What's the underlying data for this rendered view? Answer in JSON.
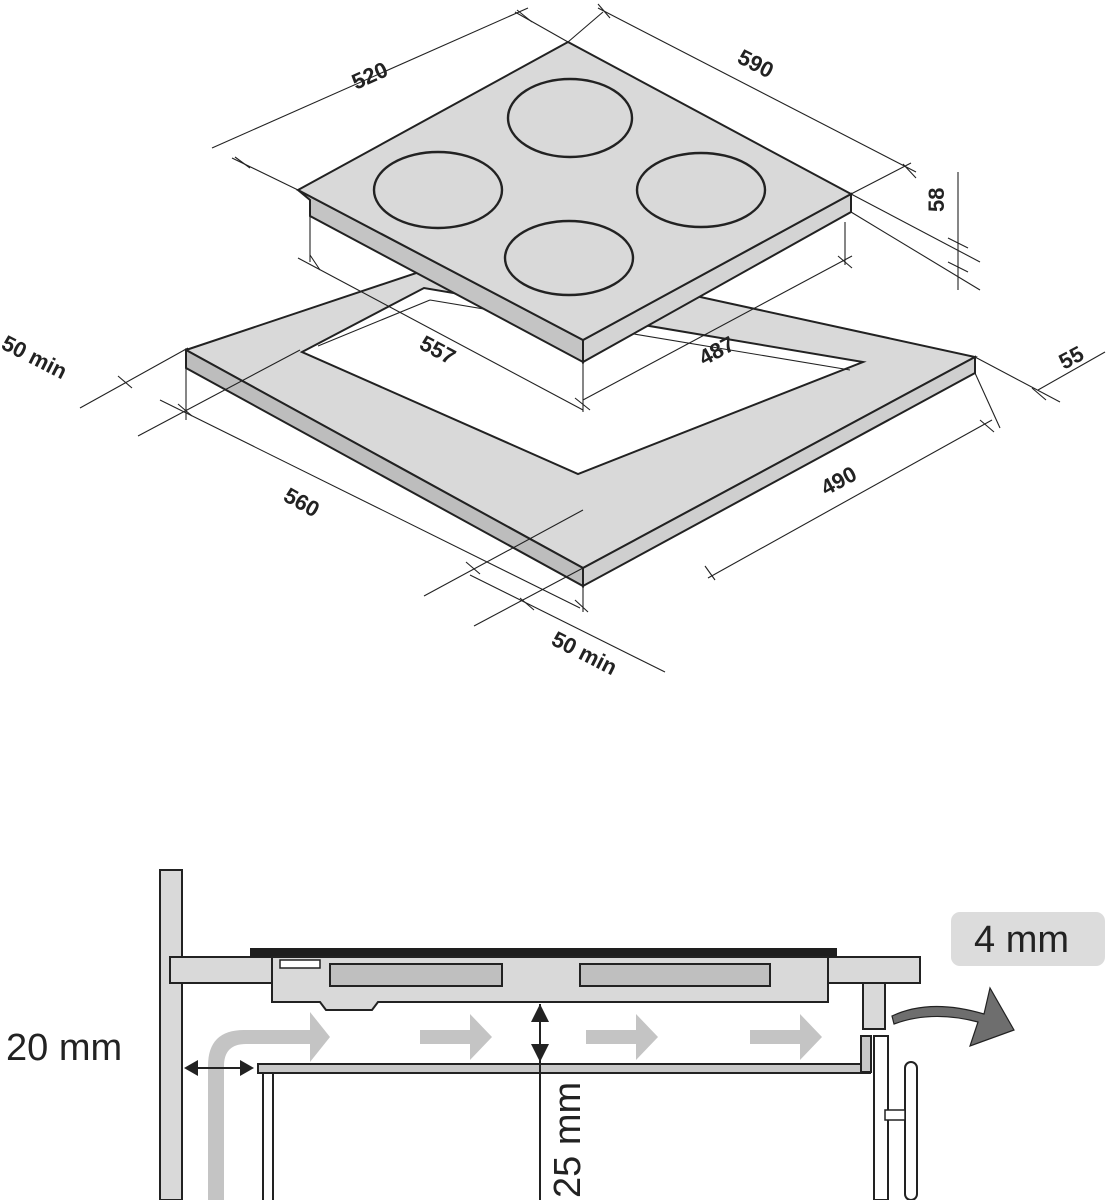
{
  "top_view": {
    "hob_depth": "520",
    "hob_width": "590",
    "hob_height": "58",
    "cutout_width": "557",
    "cutout_depth": "487",
    "back_clearance": "55",
    "cabinet_width": "560",
    "cabinet_depth": "490",
    "left_min": "50 min",
    "front_min": "50 min"
  },
  "section_view": {
    "gap_label": "4 mm",
    "side_clearance": "20 mm",
    "air_gap": "25 mm"
  },
  "colors": {
    "surface_gray": "#d9d9d9",
    "outline": "#222222",
    "airflow_arrow": "#c4c4c4",
    "exhaust_arrow": "#6e6e6e",
    "label_box": "#dcdcdc"
  }
}
